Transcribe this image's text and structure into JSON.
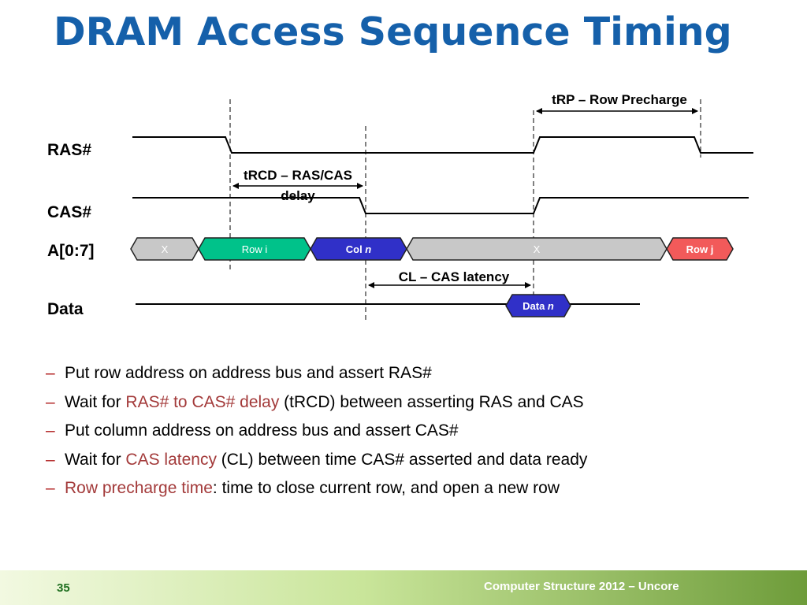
{
  "slide": {
    "title": "DRAM Access Sequence Timing",
    "page_number": "35",
    "footer": "Computer Structure 2012 – Uncore"
  },
  "diagram": {
    "signals": {
      "ras": "RAS#",
      "cas": "CAS#",
      "addr": "A[0:7]",
      "data": "Data"
    },
    "intervals": {
      "trp": "tRP – Row Precharge",
      "trcd_line1": "tRCD – RAS/CAS",
      "trcd_line2": "delay",
      "cl": "CL – CAS latency"
    },
    "addr_segments": {
      "x1": "X",
      "row_i": "Row i",
      "col_prefix": "Col ",
      "col_var": "n",
      "x2": "X",
      "row_j": "Row j"
    },
    "data_segment": {
      "prefix": "Data ",
      "var": "n"
    },
    "colors": {
      "don't-care": "#c8c8c8",
      "row": "#00c28a",
      "col": "#3030c8",
      "row_next": "#f25a5a",
      "data": "#3030c8"
    }
  },
  "bullets": {
    "b1": {
      "text": "Put row address on address bus and assert RAS#"
    },
    "b2": {
      "pre": "Wait for ",
      "hl": "RAS# to CAS# delay",
      "post": " (tRCD) between asserting RAS and CAS"
    },
    "b3": {
      "text": "Put column address on address bus and assert CAS#"
    },
    "b4": {
      "pre": "Wait for ",
      "hl": "CAS latency",
      "post": " (CL) between time CAS# asserted and data ready"
    },
    "b5": {
      "hl": "Row precharge time",
      "post": ": time to close current row, and open a new row"
    }
  }
}
